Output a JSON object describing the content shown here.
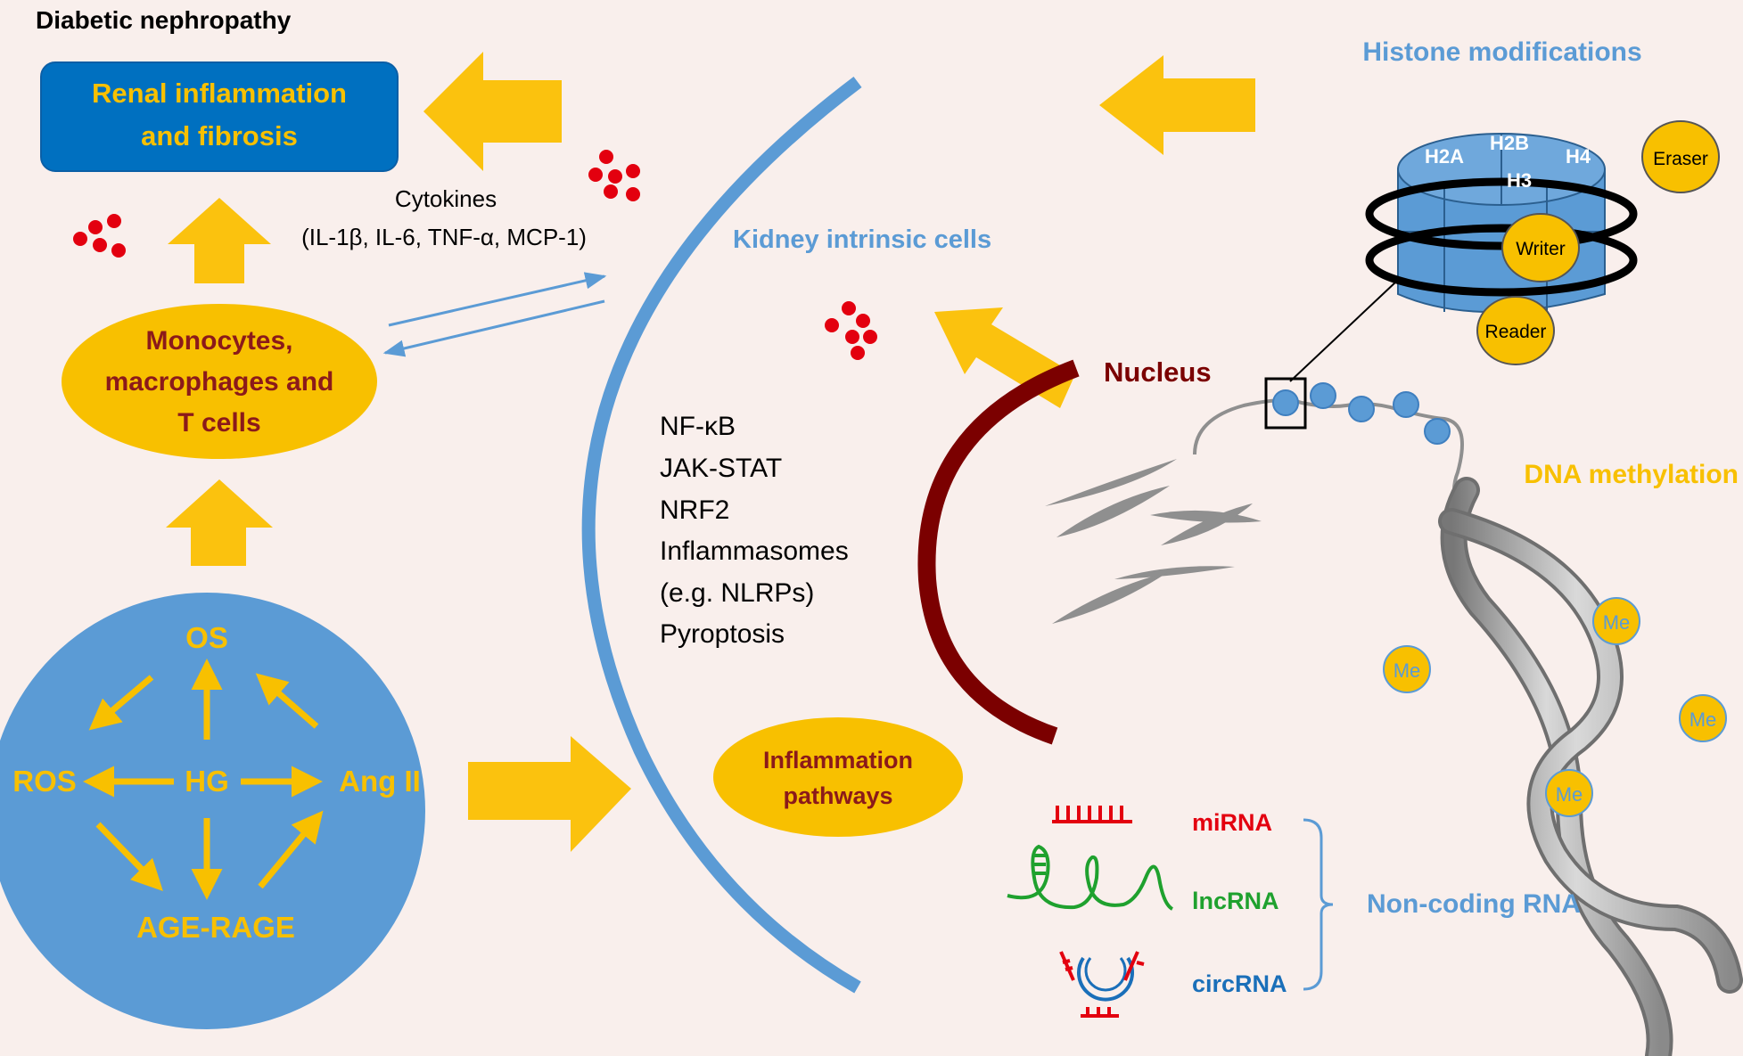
{
  "title": "Diabetic nephropathy",
  "renal_box": {
    "line1": "Renal inflammation",
    "line2": "and fibrosis"
  },
  "cytokines": {
    "line1": "Cytokines",
    "line2": "(IL-1β, IL-6, TNF-α, MCP-1)"
  },
  "immune": {
    "line1": "Monocytes,",
    "line2": "macrophages and",
    "line3": "T cells"
  },
  "stressors": {
    "center": "HG",
    "top": "OS",
    "left": "ROS",
    "right": "Ang II",
    "bottom": "AGE-RAGE"
  },
  "kidney_label": "Kidney intrinsic cells",
  "pathway_list": [
    "NF-κB",
    "JAK-STAT",
    "NRF2",
    "Inflammasomes",
    "(e.g. NLRPs)",
    "Pyroptosis"
  ],
  "inflammation_pathways": {
    "line1": "Inflammation",
    "line2": "pathways"
  },
  "nucleus_label": "Nucleus",
  "histone": {
    "title": "Histone modifications",
    "h2a": "H2A",
    "h2b": "H2B",
    "h3": "H3",
    "h4": "H4",
    "eraser": "Eraser",
    "writer": "Writer",
    "reader": "Reader"
  },
  "dna_methylation": {
    "label": "DNA methylation",
    "me": "Me"
  },
  "ncrna": {
    "group_label": "Non-coding RNA",
    "mirna": "miRNA",
    "lncrna": "lncRNA",
    "circrna": "circRNA"
  },
  "colors": {
    "yellow": "#f8c000",
    "arrow": "#fbc20e",
    "blue": "#5b9bd5",
    "dark_blue": "#1a6fb9",
    "maroon": "#7b0000",
    "red": "#e3000f",
    "green": "#1fa12e",
    "gray": "#8f8f8f",
    "text_blue": "#5b9bd5"
  }
}
